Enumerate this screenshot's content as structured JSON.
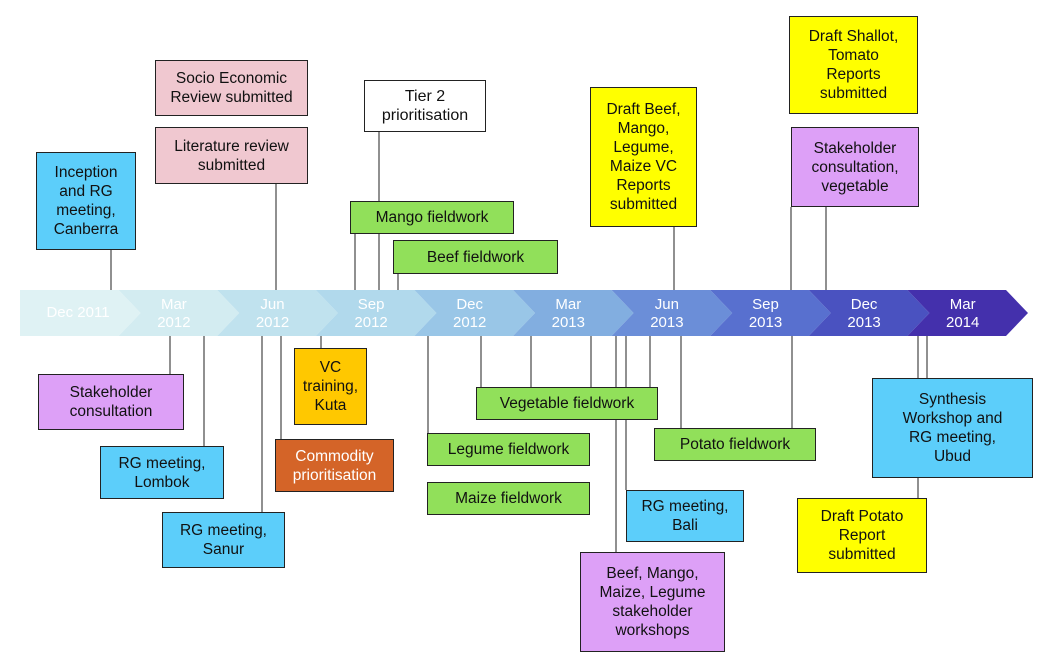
{
  "colors": {
    "blue": "#5ccefa",
    "pink": "#f0c8d0",
    "purple": "#dda0f7",
    "yellow": "#ffff00",
    "green": "#91e05a",
    "orange": "#ffc800",
    "commodity": "#d46428",
    "white": "#ffffff"
  },
  "timeline": [
    {
      "label": "Dec 2011",
      "fill": "#dff2f4"
    },
    {
      "label": "Mar 2012",
      "fill": "#d3ecf1"
    },
    {
      "label": "Jun 2012",
      "fill": "#c0e2ee"
    },
    {
      "label": "Sep 2012",
      "fill": "#b1d9ec"
    },
    {
      "label": "Dec 2012",
      "fill": "#99c6e7"
    },
    {
      "label": "Mar 2013",
      "fill": "#82aee0"
    },
    {
      "label": "Jun 2013",
      "fill": "#6b8ed8"
    },
    {
      "label": "Sep 2013",
      "fill": "#5870cf"
    },
    {
      "label": "Dec 2013",
      "fill": "#4a52c0"
    },
    {
      "label": "Mar 2014",
      "fill": "#4430ac"
    }
  ],
  "events": [
    {
      "text": "Inception and RG meeting, Canberra",
      "color": "blue"
    },
    {
      "text": "Socio Economic Review submitted",
      "color": "pink"
    },
    {
      "text": "Literature review submitted",
      "color": "pink"
    },
    {
      "text": "Tier 2 prioritisation",
      "color": "white"
    },
    {
      "text": "Mango fieldwork",
      "color": "green"
    },
    {
      "text": "Beef fieldwork",
      "color": "green"
    },
    {
      "text": "Draft Beef, Mango, Legume, Maize VC Reports submitted",
      "color": "yellow"
    },
    {
      "text": "Draft Shallot, Tomato Reports submitted",
      "color": "yellow"
    },
    {
      "text": "Stakeholder consultation, vegetable",
      "color": "purple"
    },
    {
      "text": "Stakeholder consultation",
      "color": "purple"
    },
    {
      "text": "RG meeting, Lombok",
      "color": "blue"
    },
    {
      "text": "RG meeting, Sanur",
      "color": "blue"
    },
    {
      "text": "VC training, Kuta",
      "color": "orange"
    },
    {
      "text": "Commodity prioritisation",
      "color": "commodity"
    },
    {
      "text": "Legume fieldwork",
      "color": "green"
    },
    {
      "text": "Maize fieldwork",
      "color": "green"
    },
    {
      "text": "Vegetable fieldwork",
      "color": "green"
    },
    {
      "text": "RG meeting, Bali",
      "color": "blue"
    },
    {
      "text": "Beef, Mango, Maize, Legume stakeholder workshops",
      "color": "purple"
    },
    {
      "text": "Potato fieldwork",
      "color": "green"
    },
    {
      "text": "Synthesis Workshop and RG meeting, Ubud",
      "color": "blue"
    },
    {
      "text": "Draft Potato Report submitted",
      "color": "yellow"
    }
  ]
}
